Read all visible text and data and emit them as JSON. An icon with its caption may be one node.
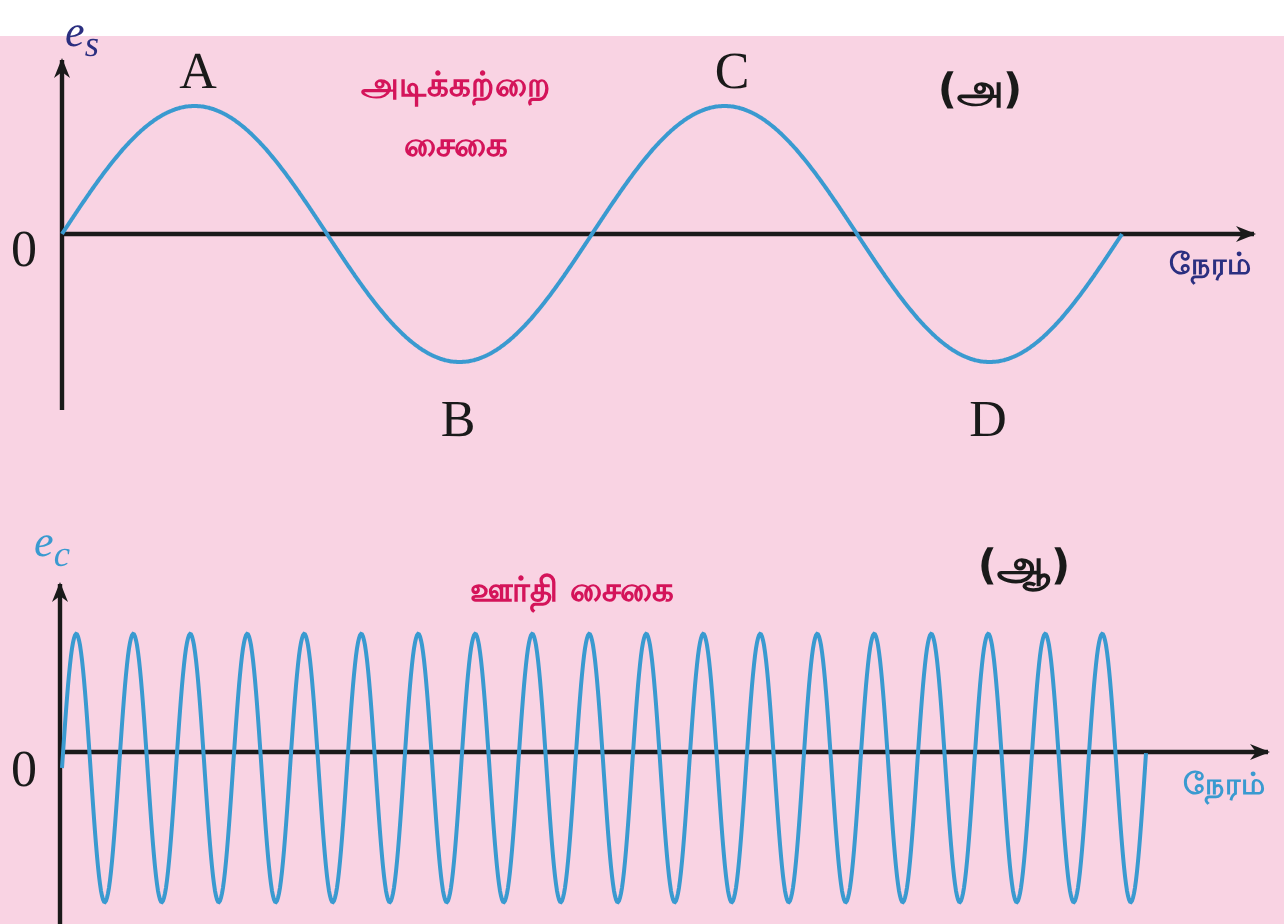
{
  "diagram": {
    "labels": [
      "e$_{s}$",
      "A",
      "அடிக்கற்றை சைகை",
      "C",
      "(அ)",
      "0",
      "நேரம்",
      "B",
      "D",
      "e$_{c}$",
      "(ஆ)",
      "ஊர்தி சைகை",
      "0",
      "நேரம்"
    ]
  }
}
